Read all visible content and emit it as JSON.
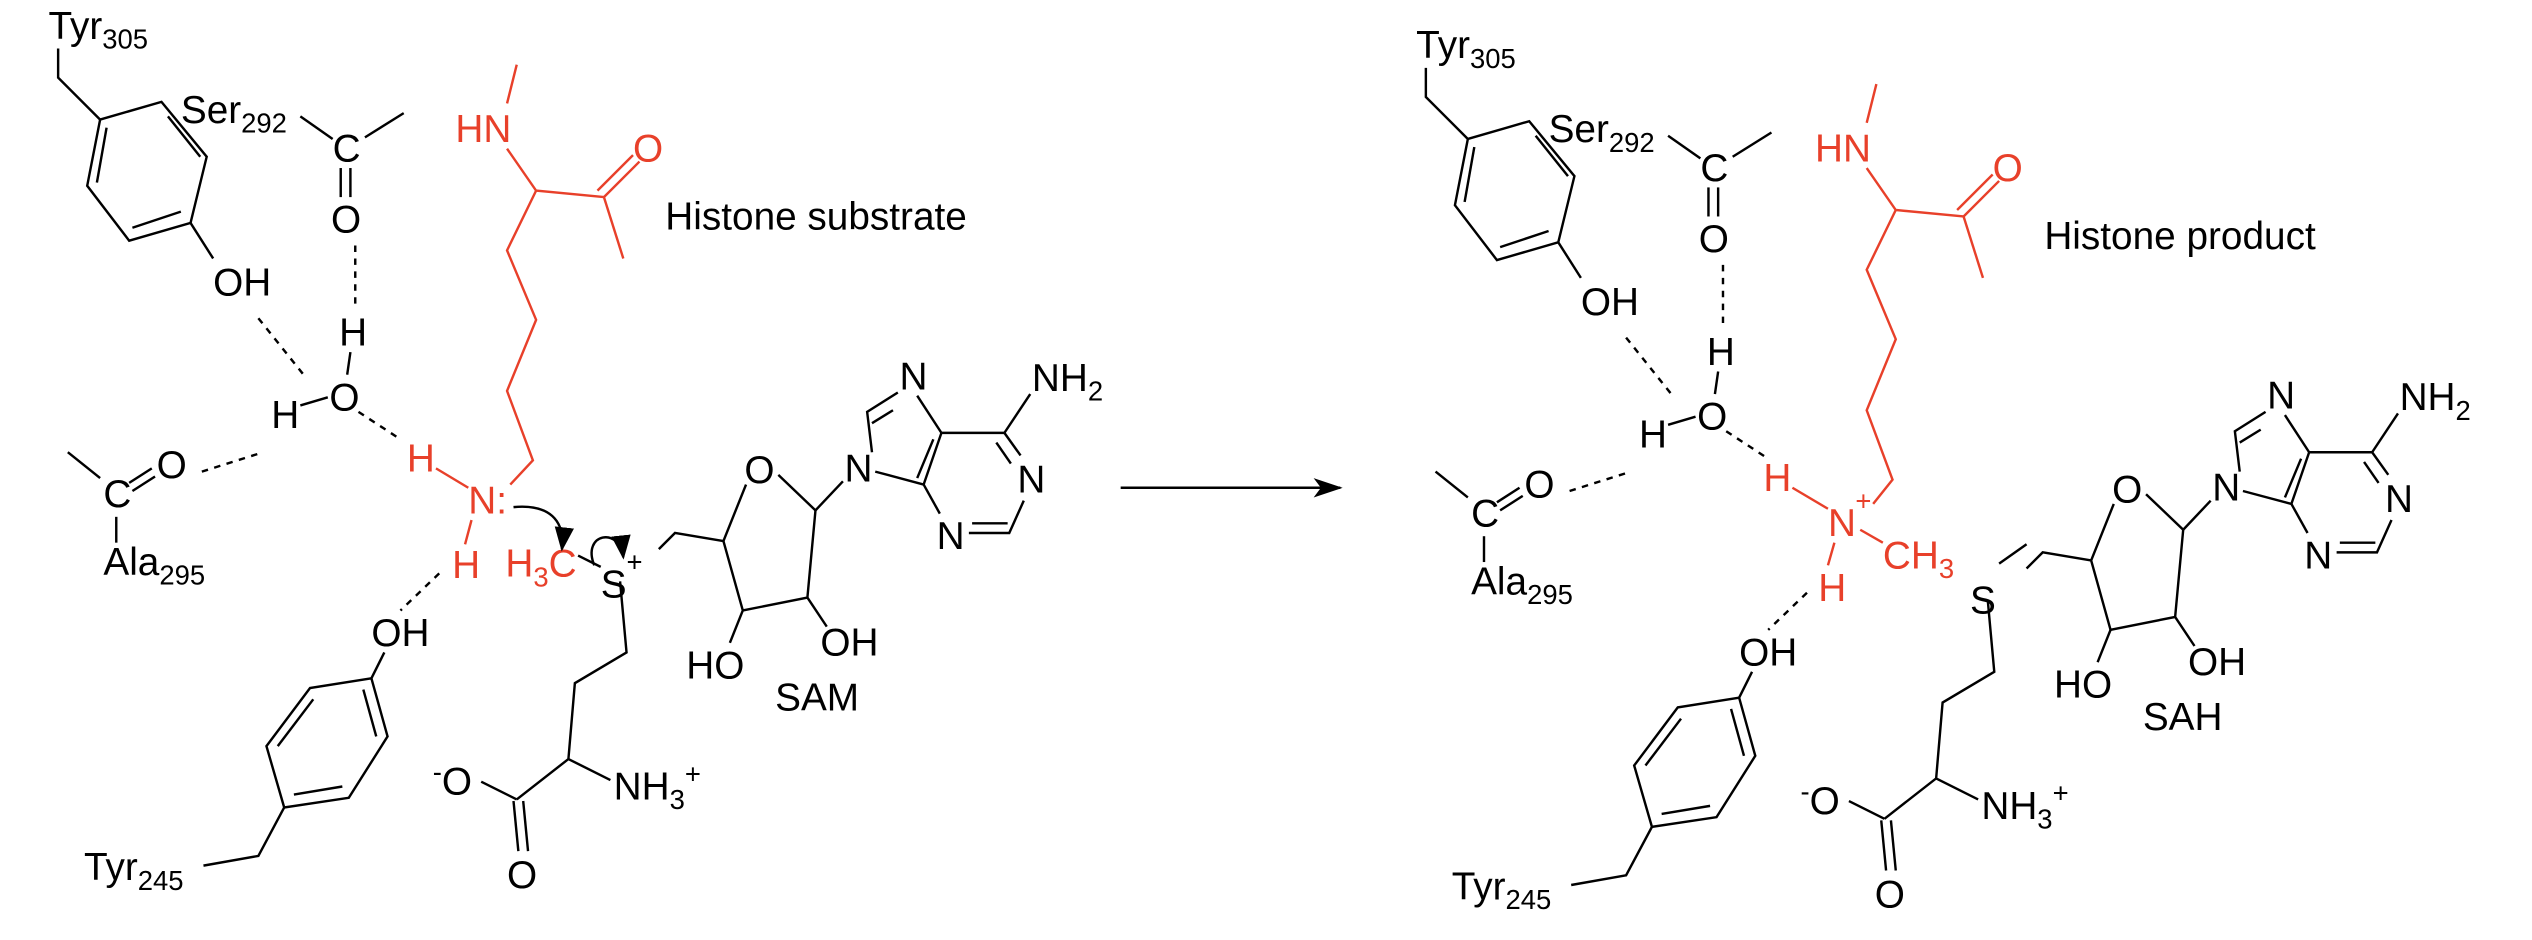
{
  "reactant": {
    "residues": {
      "tyr305": {
        "name": "Tyr",
        "number": "305"
      },
      "ser292": {
        "name": "Ser",
        "number": "292"
      },
      "ala295": {
        "name": "Ala",
        "number": "295"
      },
      "tyr245": {
        "name": "Tyr",
        "number": "245"
      }
    },
    "substrate_label": "Histone substrate",
    "cofactor_label": "SAM",
    "atoms": {
      "oh": "OH",
      "ho": "HO",
      "h": "H",
      "o": "O",
      "c": "C",
      "n": "N",
      "hn": "HN",
      "n_lone_pair": "N:",
      "s_plus": "S",
      "plus": "+",
      "minus": "-",
      "nh": "NH",
      "h3c_h": "H",
      "h3c_c": "C",
      "three": "3",
      "two": "2"
    }
  },
  "product": {
    "substrate_label": "Histone product",
    "cofactor_label": "SAH",
    "atoms": {
      "n_plus": "N",
      "plus": "+",
      "ch3": "CH",
      "three": "3",
      "s": "S",
      "h": "H",
      "hn": "HN",
      "o": "O"
    }
  },
  "colors": {
    "substrate": "#e8402a",
    "structure": "#000000"
  }
}
